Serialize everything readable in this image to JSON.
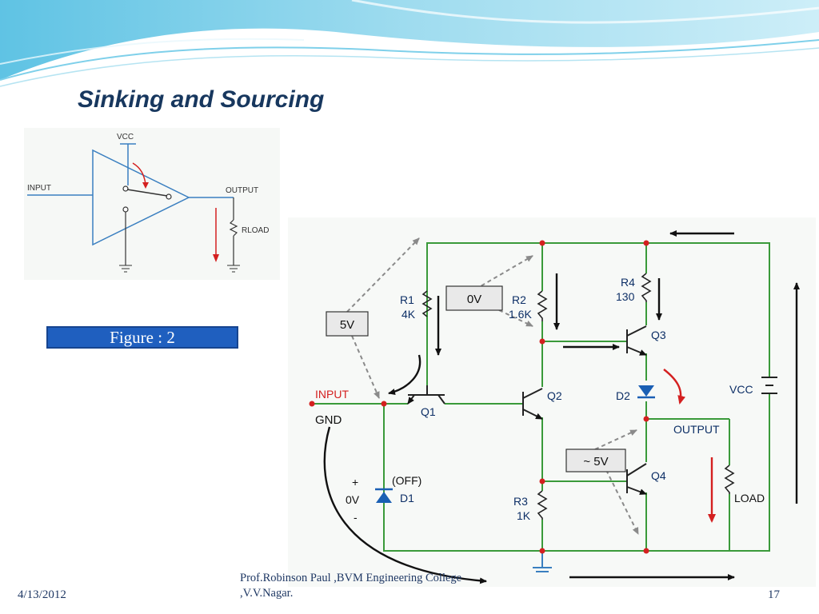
{
  "slide": {
    "title": "Sinking and Sourcing",
    "figure_caption": "Figure : 2"
  },
  "figure1": {
    "vcc": "VCC",
    "input": "INPUT",
    "output": "OUTPUT",
    "rload": "RLOAD"
  },
  "figure2": {
    "callout_5v": "5V",
    "callout_0v": "0V",
    "callout_approx_5v": "~ 5V",
    "r1_name": "R1",
    "r1_value": "4K",
    "r2_name": "R2",
    "r2_value": "1.6K",
    "r3_name": "R3",
    "r3_value": "1K",
    "r4_name": "R4",
    "r4_value": "130",
    "q1": "Q1",
    "q2": "Q2",
    "q3": "Q3",
    "q4": "Q4",
    "d1": "D1",
    "d2": "D2",
    "d1_state": "(OFF)",
    "plus": "+",
    "zero_v": "0V",
    "minus": "-",
    "input": "INPUT",
    "gnd": "GND",
    "vcc": "VCC",
    "output": "OUTPUT",
    "load": "LOAD"
  },
  "footer": {
    "date": "4/13/2012",
    "author_line1": "Prof.Robinson Paul ,BVM Engineering College",
    "author_line2": ",V.V.Nagar.",
    "page": "17"
  },
  "colors": {
    "title": "#17375e",
    "wire_green": "#3a9a3a",
    "wire_blue": "#3a7fc0",
    "arrow_red": "#d42020",
    "caption_bg": "#1f5fbf"
  }
}
